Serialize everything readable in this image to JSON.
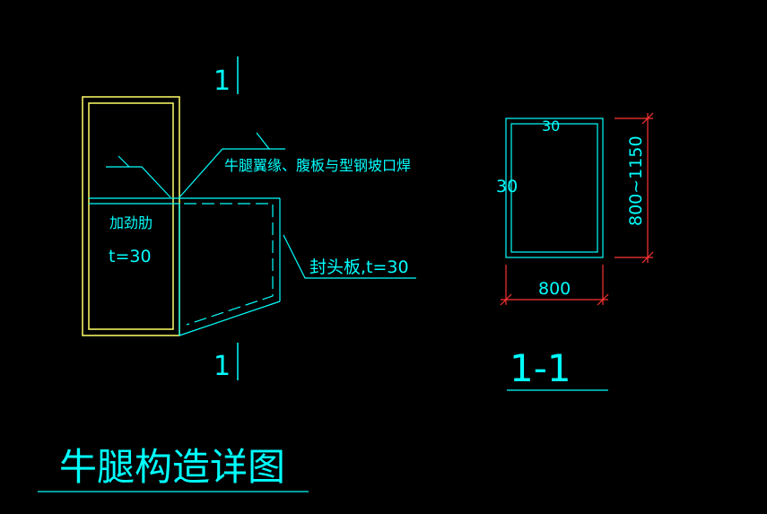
{
  "colors": {
    "background": "#000000",
    "outline": "#ffff66",
    "detail": "#00ffff",
    "dimension": "#ff3333"
  },
  "labels": {
    "section_mark": "1",
    "weld_note": "牛腿翼缘、腹板与型钢坡口焊",
    "stiffener_name": "加劲肋",
    "stiffener_thickness": "t=30",
    "end_plate": "封头板,t=30",
    "section_title": "1-1",
    "drawing_title": "牛腿构造详图"
  },
  "section": {
    "top_thickness": "30",
    "side_thickness": "30",
    "width": "800",
    "height": "800~1150"
  }
}
